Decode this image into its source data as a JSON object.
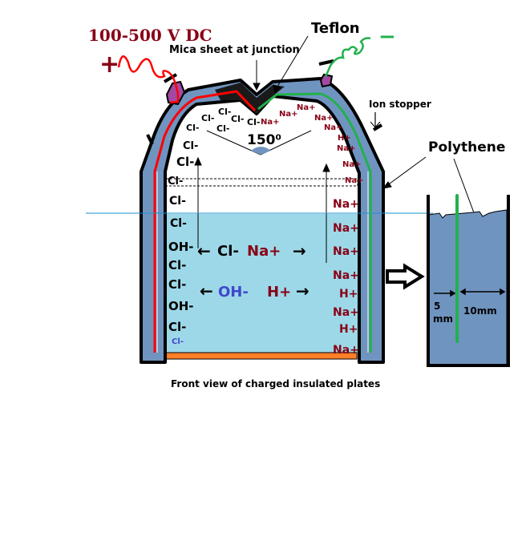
{
  "labels": {
    "voltage": "100-500 V DC",
    "plus": "+",
    "minus": "−",
    "teflon": "Teflon",
    "mica": "Mica sheet at junction",
    "ion_stopper": "Ion stopper",
    "polythene": "Polythene",
    "angle": "150⁰",
    "caption": "Front view of charged  insulated plates",
    "dim_5": "5",
    "dim_5_unit": "mm",
    "dim_10": "10mm"
  },
  "center_row1": {
    "left_arrow": "←",
    "anion": "Cl-",
    "cation": "Na+",
    "right_arrow": "→"
  },
  "center_row2": {
    "left_arrow": "←",
    "anion": "OH-",
    "cation": "H+",
    "right_arrow": "→"
  },
  "roof_anions": [
    "Cl-",
    "Cl-",
    "Cl-",
    "Cl-",
    "Cl-",
    "Cl-"
  ],
  "roof_cations": [
    "Na+",
    "Na+",
    "Na+",
    "Na+",
    "Na+",
    "H+",
    "Na+",
    "Na+",
    "Na+"
  ],
  "left_column": [
    "Cl-",
    "Cl-",
    "Cl-",
    "Cl-",
    "Cl-",
    "OH-",
    "Cl-",
    "Cl-",
    "OH-",
    "Cl-",
    "Cl-"
  ],
  "right_column": [
    "Na+",
    "Na+",
    "Na+",
    "Na+",
    "H+",
    "Na+",
    "H+",
    "Na+"
  ],
  "colors": {
    "plate": "#7094c0",
    "solution": "#9dd8e8",
    "positive_wire": "#ff0000",
    "negative_wire": "#22b14c",
    "cation_text": "#880015",
    "hydroxide_text": "#3f48cc",
    "base_plate": "#ff7f27",
    "connector": "#a349a4"
  }
}
